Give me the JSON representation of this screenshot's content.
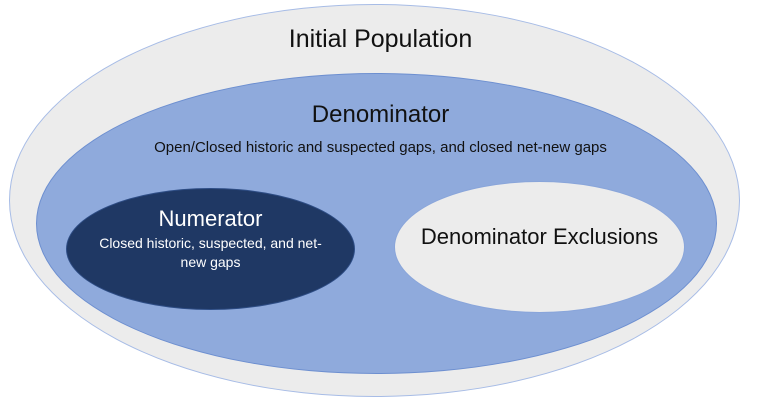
{
  "diagram": {
    "type": "nested-euler-diagram",
    "initial_population": {
      "label": "Initial Population"
    },
    "denominator": {
      "label": "Denominator",
      "subtitle": "Open/Closed historic and suspected gaps, and closed net-new gaps"
    },
    "numerator": {
      "label": "Numerator",
      "subtitle": "Closed historic, suspected, and net-new gaps"
    },
    "denominator_exclusions": {
      "label": "Denominator Exclusions"
    }
  },
  "colors": {
    "outer_fill": "#ececec",
    "outer_border": "#a7bce6",
    "denominator_fill": "#8faadc",
    "denominator_border": "#6d8fd0",
    "numerator_fill": "#1f3864",
    "numerator_border": "#2e4d85",
    "exclusions_fill": "#ececec",
    "exclusions_border": "#89a5da",
    "label_color": "#111111",
    "numerator_text": "#ffffff"
  }
}
